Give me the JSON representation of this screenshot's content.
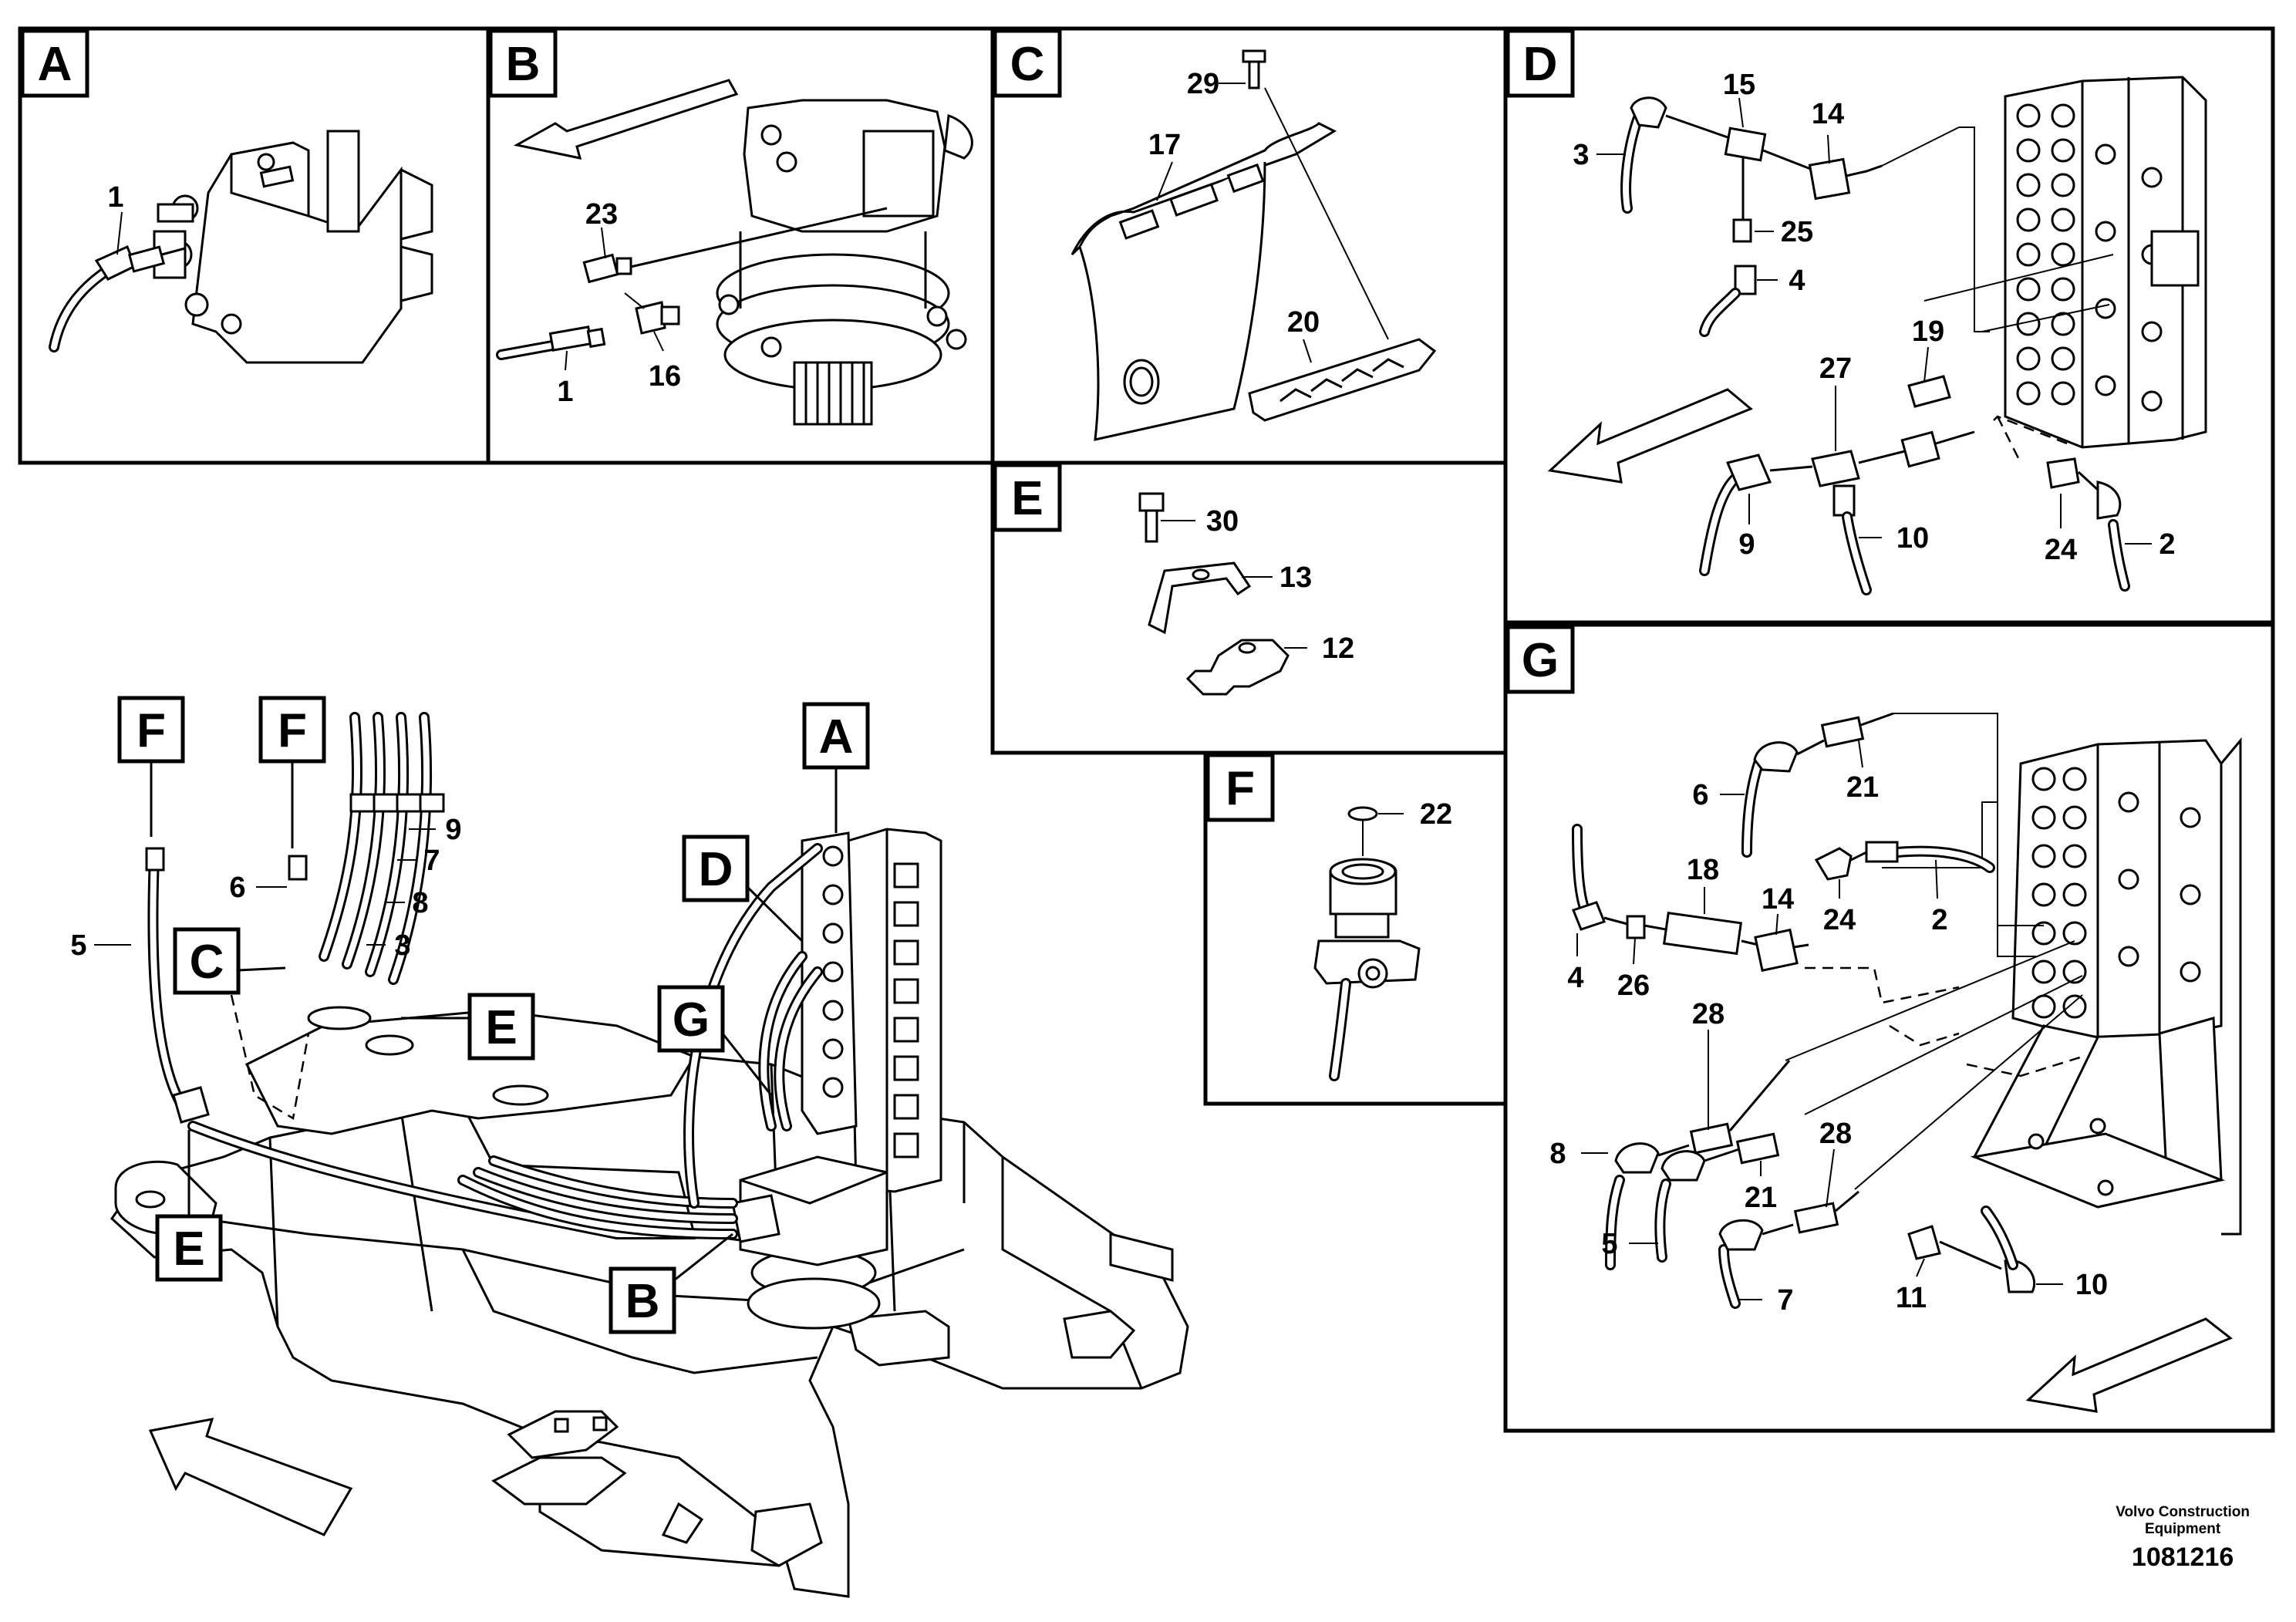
{
  "panels": {
    "A": {
      "letter": "A",
      "callouts": [
        "1"
      ]
    },
    "B": {
      "letter": "B",
      "callouts": [
        "23",
        "1",
        "16"
      ]
    },
    "C": {
      "letter": "C",
      "callouts": [
        "29",
        "17",
        "20"
      ]
    },
    "D": {
      "letter": "D",
      "callouts": [
        "15",
        "14",
        "3",
        "25",
        "4",
        "19",
        "27",
        "9",
        "10",
        "24",
        "2"
      ]
    },
    "E": {
      "letter": "E",
      "callouts": [
        "30",
        "13",
        "12"
      ]
    },
    "F": {
      "letter": "F",
      "callouts": [
        "22"
      ]
    },
    "G": {
      "letter": "G",
      "callouts": [
        "6",
        "21",
        "24",
        "2",
        "18",
        "14",
        "4",
        "26",
        "28",
        "8",
        "21",
        "28",
        "5",
        "7",
        "11",
        "10"
      ]
    }
  },
  "main": {
    "refs": [
      "F",
      "F",
      "C",
      "E",
      "E",
      "A",
      "D",
      "G",
      "B"
    ],
    "callouts": [
      "9",
      "7",
      "6",
      "8",
      "5",
      "3"
    ]
  },
  "credit": {
    "line1": "Volvo Construction",
    "line2": "Equipment",
    "doc_number": "1081216"
  }
}
